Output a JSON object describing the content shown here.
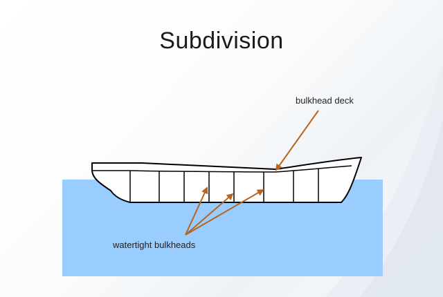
{
  "slide": {
    "title": "Subdivision"
  },
  "labels": {
    "bulkhead_deck": "bulkhead deck",
    "watertight_bulkheads": "watertight bulkheads"
  },
  "colors": {
    "water": "#99ccff",
    "arrow": "#b5651d",
    "hull_outline": "#000000",
    "hull_fill": "#ffffff"
  }
}
